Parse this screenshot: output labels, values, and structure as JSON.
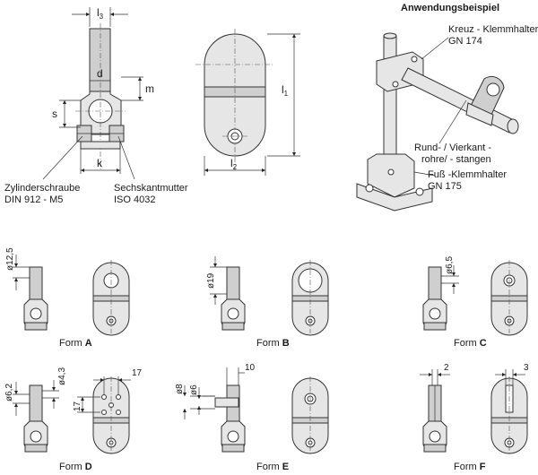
{
  "header": {
    "title": "Anwendungsbeispiel"
  },
  "main_drawing": {
    "dims": {
      "l3": "l",
      "l3_sub": "3",
      "d": "d",
      "m": "m",
      "s": "s",
      "k": "k",
      "l1": "l",
      "l1_sub": "1",
      "l2": "l",
      "l2_sub": "2"
    },
    "callouts": {
      "screw_line1": "Zylinderschraube",
      "screw_line2": "DIN 912 - M5",
      "nut_line1": "Sechskantmutter",
      "nut_line2": "ISO 4032"
    }
  },
  "application": {
    "cross_clamp_line1": "Kreuz - Klemmhalter",
    "cross_clamp_line2": "GN 174",
    "tube_line1": "Rund- / Vierkant -",
    "tube_line2": "rohre/ - stangen",
    "base_clamp_line1": "Fuß -Klemmhalter",
    "base_clamp_line2": "GN 175"
  },
  "forms": [
    {
      "prefix": "Form ",
      "letter": "A",
      "dim": "ø12,5"
    },
    {
      "prefix": "Form ",
      "letter": "B",
      "dim": "ø19"
    },
    {
      "prefix": "Form ",
      "letter": "C",
      "dim": "ø6,5"
    },
    {
      "prefix": "Form ",
      "letter": "D",
      "dim1": "ø6,2",
      "dim2": "ø4,3",
      "dim3": "17",
      "dim4": "17"
    },
    {
      "prefix": "Form ",
      "letter": "E",
      "dim1": "ø8",
      "dim2": "ø6",
      "dim3": "10"
    },
    {
      "prefix": "Form ",
      "letter": "F",
      "dim1": "2",
      "dim2": "3"
    }
  ]
}
